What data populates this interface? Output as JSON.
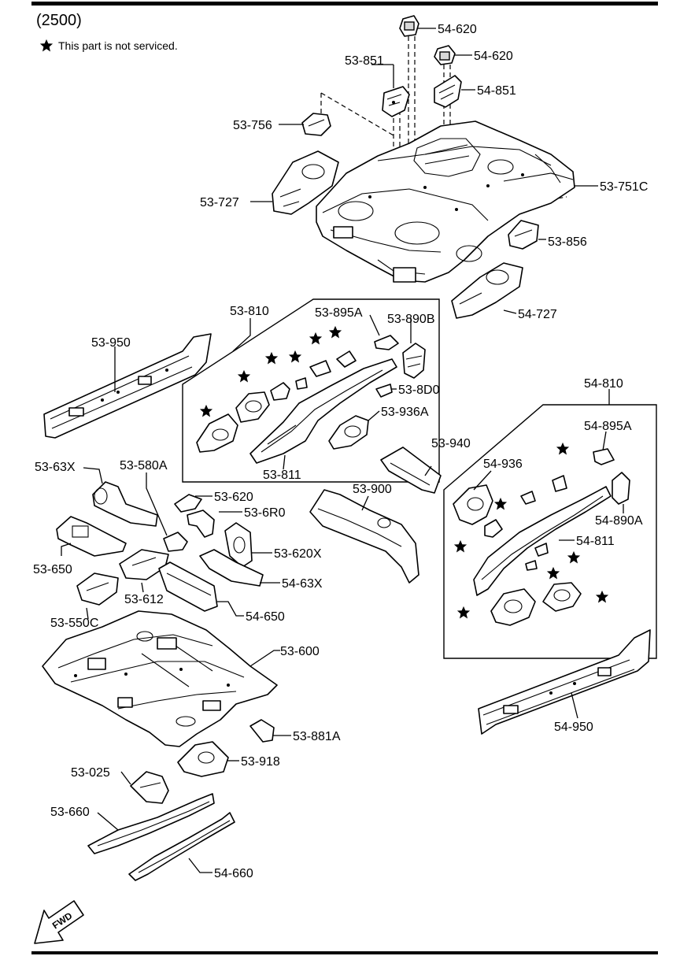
{
  "header": {
    "group_code": "(2500)",
    "note": "This part is not serviced."
  },
  "fwd_label": "FWD",
  "callouts": {
    "c54_620_a": "54-620",
    "c54_620_b": "54-620",
    "c53_851": "53-851",
    "c54_851": "54-851",
    "c53_756": "53-756",
    "c53_727": "53-727",
    "c53_751C": "53-751C",
    "c53_856": "53-856",
    "c54_727": "54-727",
    "c53_810": "53-810",
    "c53_895A": "53-895A",
    "c53_890B": "53-890B",
    "c53_950": "53-950",
    "c53_8D0": "53-8D0",
    "c53_936A": "53-936A",
    "c53_811": "53-811",
    "c54_810": "54-810",
    "c54_895A": "54-895A",
    "c53_940": "53-940",
    "c53_63X": "53-63X",
    "c53_580A": "53-580A",
    "c53_620": "53-620",
    "c53_6R0": "53-6R0",
    "c53_900": "53-900",
    "c54_936": "54-936",
    "c54_890A": "54-890A",
    "c54_811": "54-811",
    "c53_650": "53-650",
    "c53_620X": "53-620X",
    "c54_63X": "54-63X",
    "c53_612": "53-612",
    "c54_650": "54-650",
    "c53_550C": "53-550C",
    "c53_600": "53-600",
    "c54_950": "54-950",
    "c53_881A": "53-881A",
    "c53_918": "53-918",
    "c53_025": "53-025",
    "c53_660": "53-660",
    "c54_660": "54-660"
  }
}
